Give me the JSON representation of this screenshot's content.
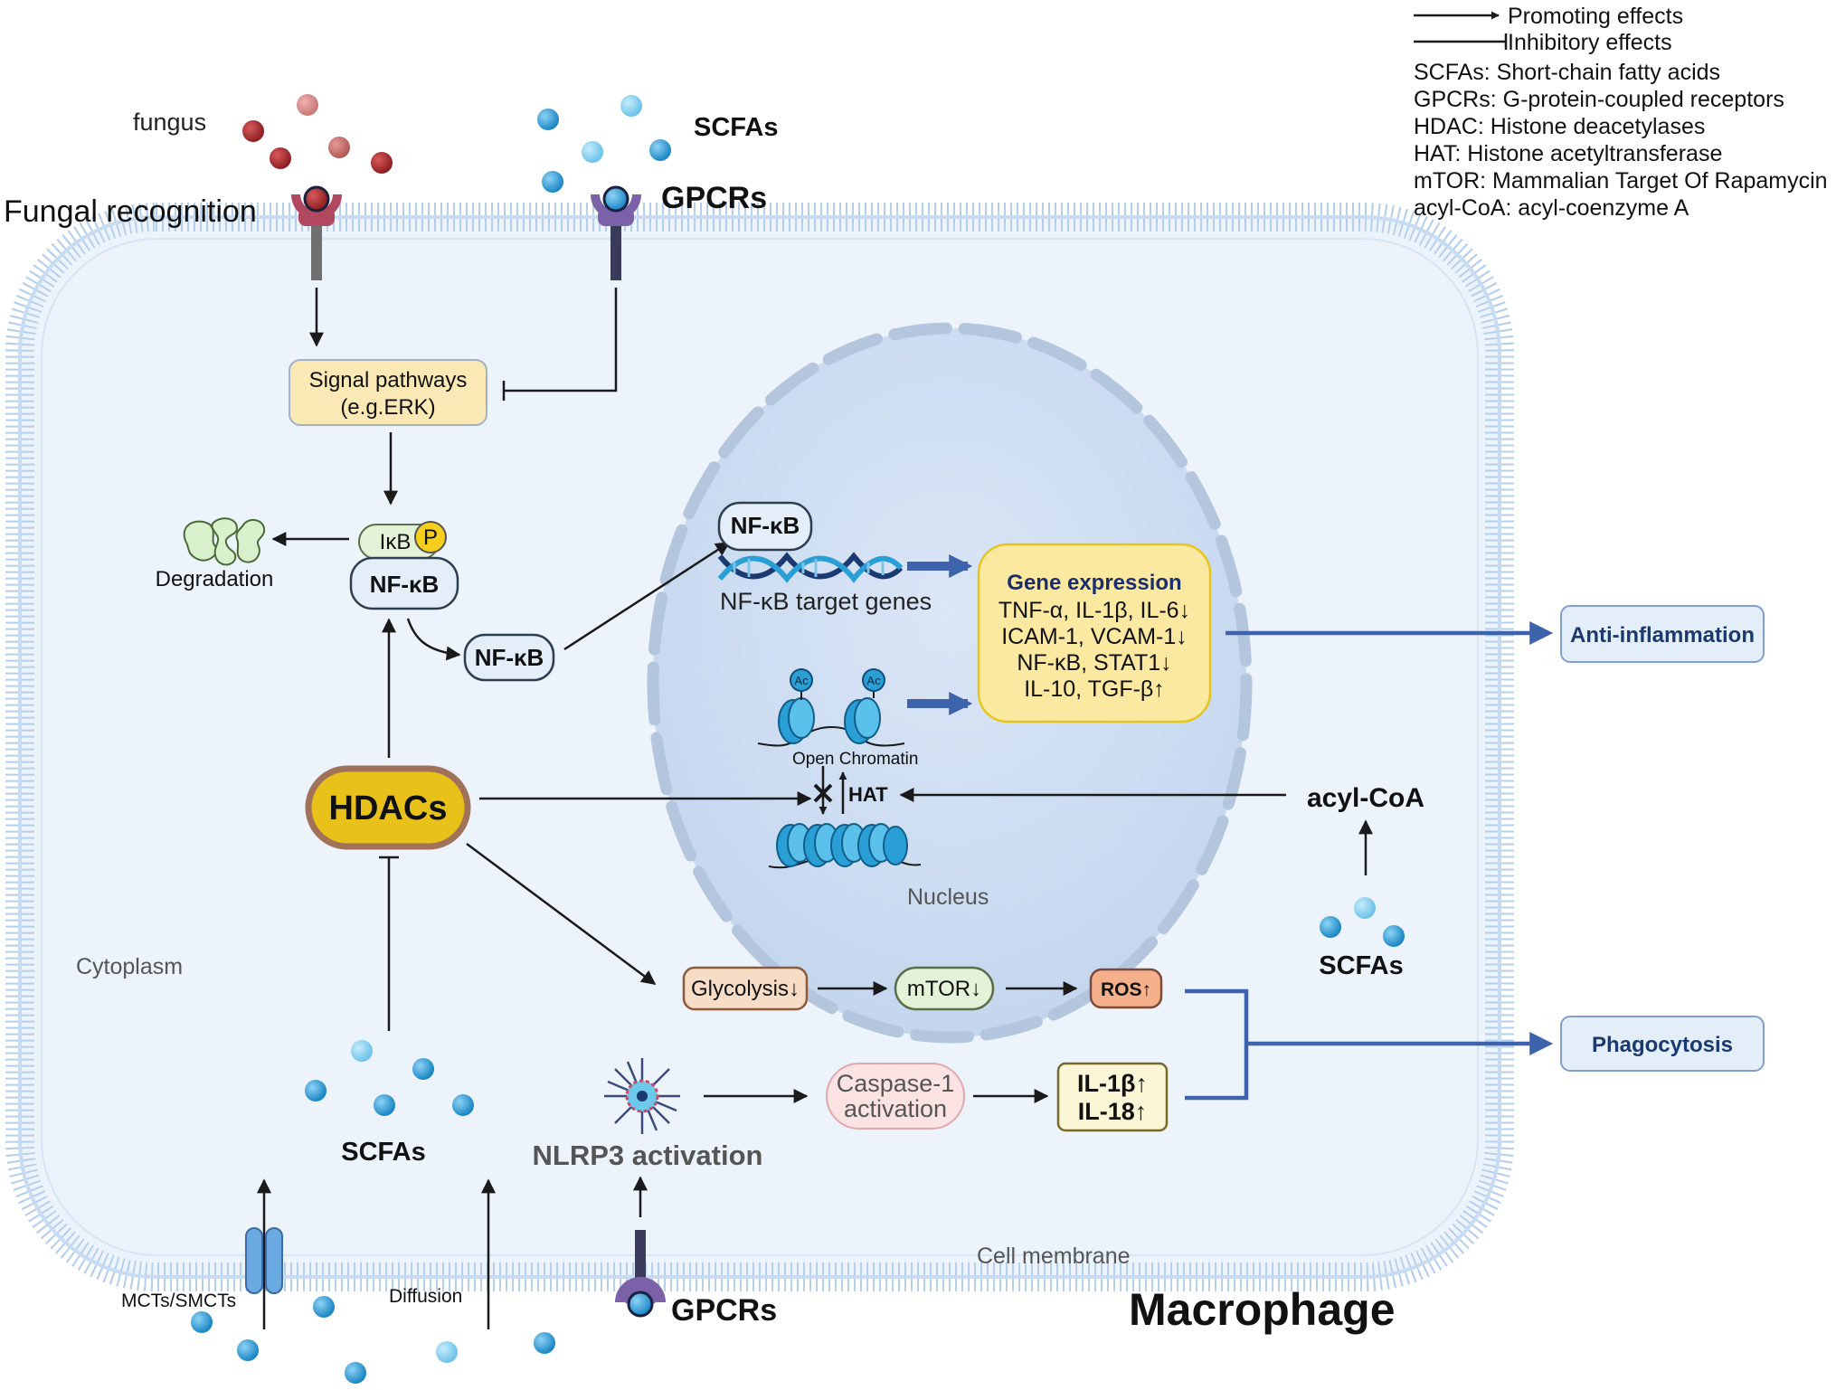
{
  "legend": {
    "promoting": "Promoting effects",
    "inhibitory": "Inhibitory effects",
    "abbreviations": [
      "SCFAs: Short-chain fatty acids",
      "GPCRs: G-protein-coupled receptors",
      "HDAC: Histone deacetylases",
      "HAT: Histone acetyltransferase",
      "mTOR: Mammalian Target Of Rapamycin",
      "acyl-CoA: acyl-coenzyme A"
    ]
  },
  "outside": {
    "fungus": "fungus",
    "fungal_recognition": "Fungal recognition",
    "scfas_top": "SCFAs",
    "gpcrs_top": "GPCRs",
    "gpcrs_bottom": "GPCRs",
    "mcts": "MCTs/SMCTs",
    "diffusion": "Diffusion",
    "macrophage": "Macrophage"
  },
  "cell": {
    "cytoplasm": "Cytoplasm",
    "membrane": "Cell membrane",
    "nucleus": "Nucleus"
  },
  "nodes": {
    "signal_line1": "Signal pathways",
    "signal_line2": "(e.g.ERK)",
    "ikb": "IκB",
    "p": "P",
    "nfkb_complex": "NF-κB",
    "degradation": "Degradation",
    "nfkb_free": "NF-κB",
    "nfkb_nuclear": "NF-κB",
    "target_genes": "NF-κB target genes",
    "ac1": "Ac",
    "ac2": "Ac",
    "open_chromatin": "Open Chromatin",
    "hat": "HAT",
    "hdacs": "HDACs",
    "acyl_coa": "acyl-CoA",
    "scfas_right": "SCFAs",
    "scfas_left": "SCFAs",
    "nlrp3": "NLRP3 activation",
    "glycolysis": "Glycolysis↓",
    "mtor": "mTOR↓",
    "ros": "ROS↑",
    "caspase_line1": "Caspase-1",
    "caspase_line2": "activation",
    "il1b": "IL-1β↑",
    "il18": "IL-18↑",
    "anti_inflammation": "Anti-inflammation",
    "phagocytosis": "Phagocytosis"
  },
  "gene_expression": {
    "title": "Gene expression",
    "lines": [
      "TNF-α, IL-1β, IL-6↓",
      "ICAM-1,  VCAM-1↓",
      "NF-κB, STAT1↓",
      "IL-10, TGF-β↑"
    ]
  },
  "colors": {
    "hdac_fill": "#e8c21a",
    "hdac_border": "#a0725a",
    "outcome_arrow": "#3d63ad",
    "membrane": "#a8c7e8",
    "cytoplasm": "#edf3fb",
    "nucleus": "#cddcf0",
    "scfa_blue": "#2a9fd6",
    "fungus_red": "#a8292c",
    "gpcr_purple": "#7b62a8",
    "fungal_receptor": "#b0485f"
  }
}
